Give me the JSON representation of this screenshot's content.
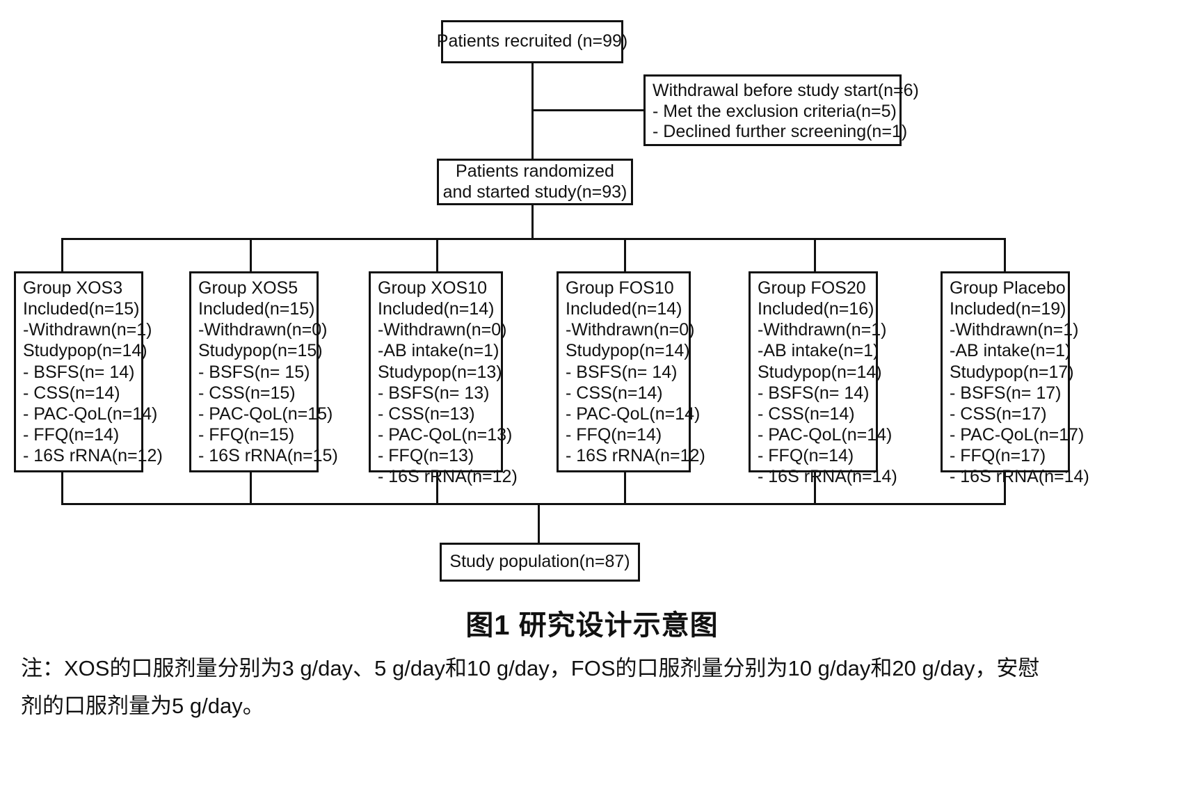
{
  "figure": {
    "title": "图1 研究设计示意图",
    "note_lines": [
      "注：XOS的口服剂量分别为3 g/day、5 g/day和10 g/day，FOS的口服剂量分别为10 g/day和20 g/day，安慰",
      "剂的口服剂量为5 g/day。"
    ]
  },
  "flow": {
    "recruited": {
      "label": "Patients recruited (n=99)"
    },
    "withdrawal": {
      "line1": "Withdrawal before study start(n=6)",
      "line2": "- Met the exclusion criteria(n=5)",
      "line3": "- Declined further screening(n=1)"
    },
    "randomized": {
      "line1": "Patients randomized",
      "line2": "and started study(n=93)"
    },
    "study_population": {
      "label": "Study population(n=87)"
    },
    "groups": [
      {
        "name": "Group XOS3",
        "lines": [
          "Group XOS3",
          "Included(n=15)",
          "-Withdrawn(n=1)",
          "Studypop(n=14)",
          "- BSFS(n= 14)",
          "- CSS(n=14)",
          "- PAC-QoL(n=14)",
          "- FFQ(n=14)",
          "- 16S rRNA(n=12)"
        ]
      },
      {
        "name": "Group XOS5",
        "lines": [
          "Group XOS5",
          "Included(n=15)",
          "-Withdrawn(n=0)",
          "Studypop(n=15)",
          "- BSFS(n= 15)",
          "- CSS(n=15)",
          "- PAC-QoL(n=15)",
          "- FFQ(n=15)",
          "- 16S rRNA(n=15)"
        ]
      },
      {
        "name": "Group XOS10",
        "lines": [
          "Group XOS10",
          "Included(n=14)",
          "-Withdrawn(n=0)",
          "-AB intake(n=1)",
          "Studypop(n=13)",
          "- BSFS(n= 13)",
          "- CSS(n=13)",
          "- PAC-QoL(n=13)",
          "- FFQ(n=13)",
          "- 16S rRNA(n=12)"
        ]
      },
      {
        "name": "Group FOS10",
        "lines": [
          "Group FOS10",
          "Included(n=14)",
          "-Withdrawn(n=0)",
          "Studypop(n=14)",
          "- BSFS(n= 14)",
          "- CSS(n=14)",
          "- PAC-QoL(n=14)",
          "- FFQ(n=14)",
          "- 16S rRNA(n=12)"
        ]
      },
      {
        "name": "Group FOS20",
        "lines": [
          "Group FOS20",
          "Included(n=16)",
          "-Withdrawn(n=1)",
          "-AB intake(n=1)",
          "Studypop(n=14)",
          "- BSFS(n= 14)",
          "- CSS(n=14)",
          "- PAC-QoL(n=14)",
          "- FFQ(n=14)",
          "- 16S rRNA(n=14)"
        ]
      },
      {
        "name": "Group Placebo",
        "lines": [
          "Group Placebo",
          "Included(n=19)",
          "-Withdrawn(n=1)",
          "-AB intake(n=1)",
          "Studypop(n=17)",
          "- BSFS(n= 17)",
          "- CSS(n=17)",
          "- PAC-QoL(n=17)",
          "- FFQ(n=17)",
          "- 16S rRNA(n=14)"
        ]
      }
    ]
  }
}
